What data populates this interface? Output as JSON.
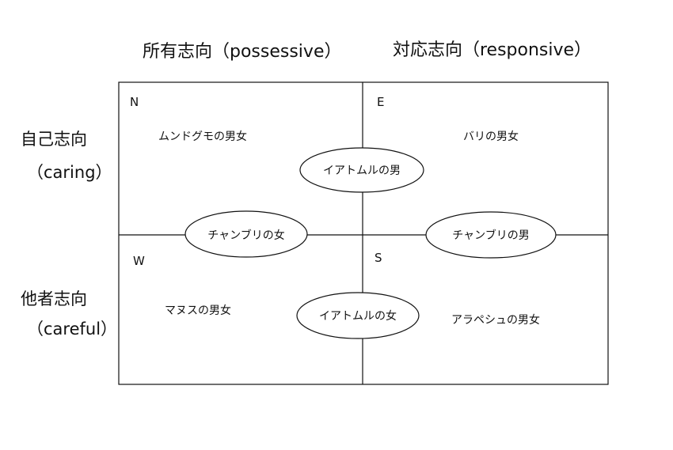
{
  "columns": {
    "left": "所有志向（possessive）",
    "right": "対応志向（responsive）"
  },
  "rows": {
    "top_line1": "自己志向",
    "top_line2": "（caring）",
    "bottom_line1": "他者志向",
    "bottom_line2": "（careful）"
  },
  "quadrants": {
    "nw": {
      "letter": "N",
      "text": "ムンドグモの男女"
    },
    "ne": {
      "letter": "E",
      "text": "バリの男女"
    },
    "sw": {
      "letter": "W",
      "text": "マヌスの男女"
    },
    "se": {
      "letter": "S",
      "text": "アラペシュの男女"
    }
  },
  "ovals": {
    "top": "イアトムルの男",
    "left": "チャンブリの女",
    "right": "チャンブリの男",
    "bottom": "イアトムルの女"
  }
}
